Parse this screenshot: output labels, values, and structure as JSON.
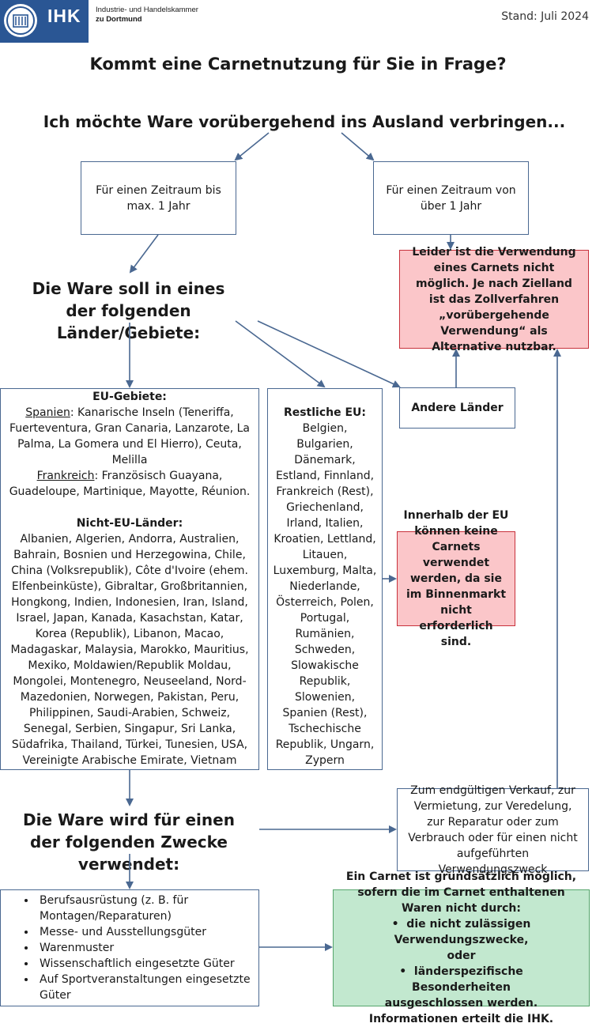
{
  "header": {
    "logo_text": "IHK",
    "org_line1": "Industrie- und Handelskammer",
    "org_line2": "zu Dortmund",
    "stand": "Stand: Juli 2024"
  },
  "title": "Kommt eine Carnetnutzung für Sie in Frage?",
  "start_question": "Ich möchte Ware vorübergehend ins Ausland verbringen...",
  "duration": {
    "short": "Für einen Zeitraum bis max. 1 Jahr",
    "long": "Für einen Zeitraum von über 1 Jahr"
  },
  "not_possible": "Leider ist die Verwendung eines Carnets nicht möglich. Je nach Zielland ist das Zollverfahren „vorübergehende Verwendung“ als Alternative nutzbar.",
  "countries_question": "Die Ware soll in eines der folgenden Länder/Gebiete:",
  "eu_areas": {
    "heading": "EU-Gebiete:",
    "spain_label": "Spanien",
    "spain_text": ": Kanarische Inseln (Teneriffa, Fuerteventura, Gran Canaria, Lanzarote, La Palma, La Gomera und El Hierro), Ceuta, Melilla",
    "france_label": "Frankreich",
    "france_text": ": Französisch Guayana, Guadeloupe, Martinique, Mayotte, Réunion."
  },
  "non_eu": {
    "heading": "Nicht-EU-Länder:",
    "text": "Albanien, Algerien, Andorra, Australien, Bahrain, Bosnien und Herzegowina, Chile, China (Volksrepublik), Côte d'Ivoire (ehem. Elfenbeinküste), Gibraltar, Großbritannien, Hongkong, Indien, Indonesien, Iran, Island, Israel, Japan, Kanada, Kasachstan, Katar, Korea (Republik), Libanon, Macao, Madagaskar, Malaysia, Marokko, Mauritius, Mexiko, Moldawien/Republik Moldau, Mongolei, Montenegro, Neuseeland, Nord-Mazedonien, Norwegen, Pakistan, Peru, Philippinen, Saudi-Arabien, Schweiz, Senegal, Serbien, Singapur, Sri Lanka, Südafrika, Thailand, Türkei, Tunesien, USA, Vereinigte Arabische Emirate, Vietnam"
  },
  "rest_eu": {
    "heading": "Restliche EU:",
    "text": "Belgien, Bulgarien, Dänemark, Estland, Finnland, Frankreich (Rest), Griechenland, Irland, Italien, Kroatien, Lettland, Litauen, Luxemburg, Malta, Niederlande, Österreich, Polen, Portugal, Rumänien, Schweden, Slowakische Republik, Slowenien, Spanien (Rest), Tschechische Republik, Ungarn, Zypern"
  },
  "within_eu": "Innerhalb der EU können keine Carnets verwendet werden, da sie im Binnenmarkt nicht erforderlich sind.",
  "other_countries": "Andere Länder",
  "purpose_question": "Die Ware wird für einen der folgenden Zwecke verwendet:",
  "other_purpose": "Zum endgültigen Verkauf, zur Vermietung, zur Veredelung, zur Reparatur oder zum Verbrauch oder für einen nicht aufgeführten Verwendungszweck",
  "purposes": [
    "Berufsausrüstung (z. B. für Montagen/Reparaturen)",
    "Messe- und Ausstellungsgüter",
    "Warenmuster",
    "Wissenschaftlich eingesetzte Güter",
    "Auf Sportveranstaltungen eingesetzte Güter"
  ],
  "result": {
    "intro": "Ein Carnet ist grundsätzlich möglich, sofern die im Carnet enthaltenen Waren nicht durch:",
    "item1": "die nicht zulässigen Verwendungszwecke,",
    "oder": "oder",
    "item2": "länderspezifische Besonderheiten ausgeschlossen werden.",
    "info": "Informationen erteilt die IHK."
  },
  "colors": {
    "arrow": "#4a6891",
    "logo_blue": "#2a5694",
    "red_fill": "#fbc6c9",
    "red_border": "#c8323c",
    "green_fill": "#c2e8cf",
    "green_border": "#56a66c"
  }
}
